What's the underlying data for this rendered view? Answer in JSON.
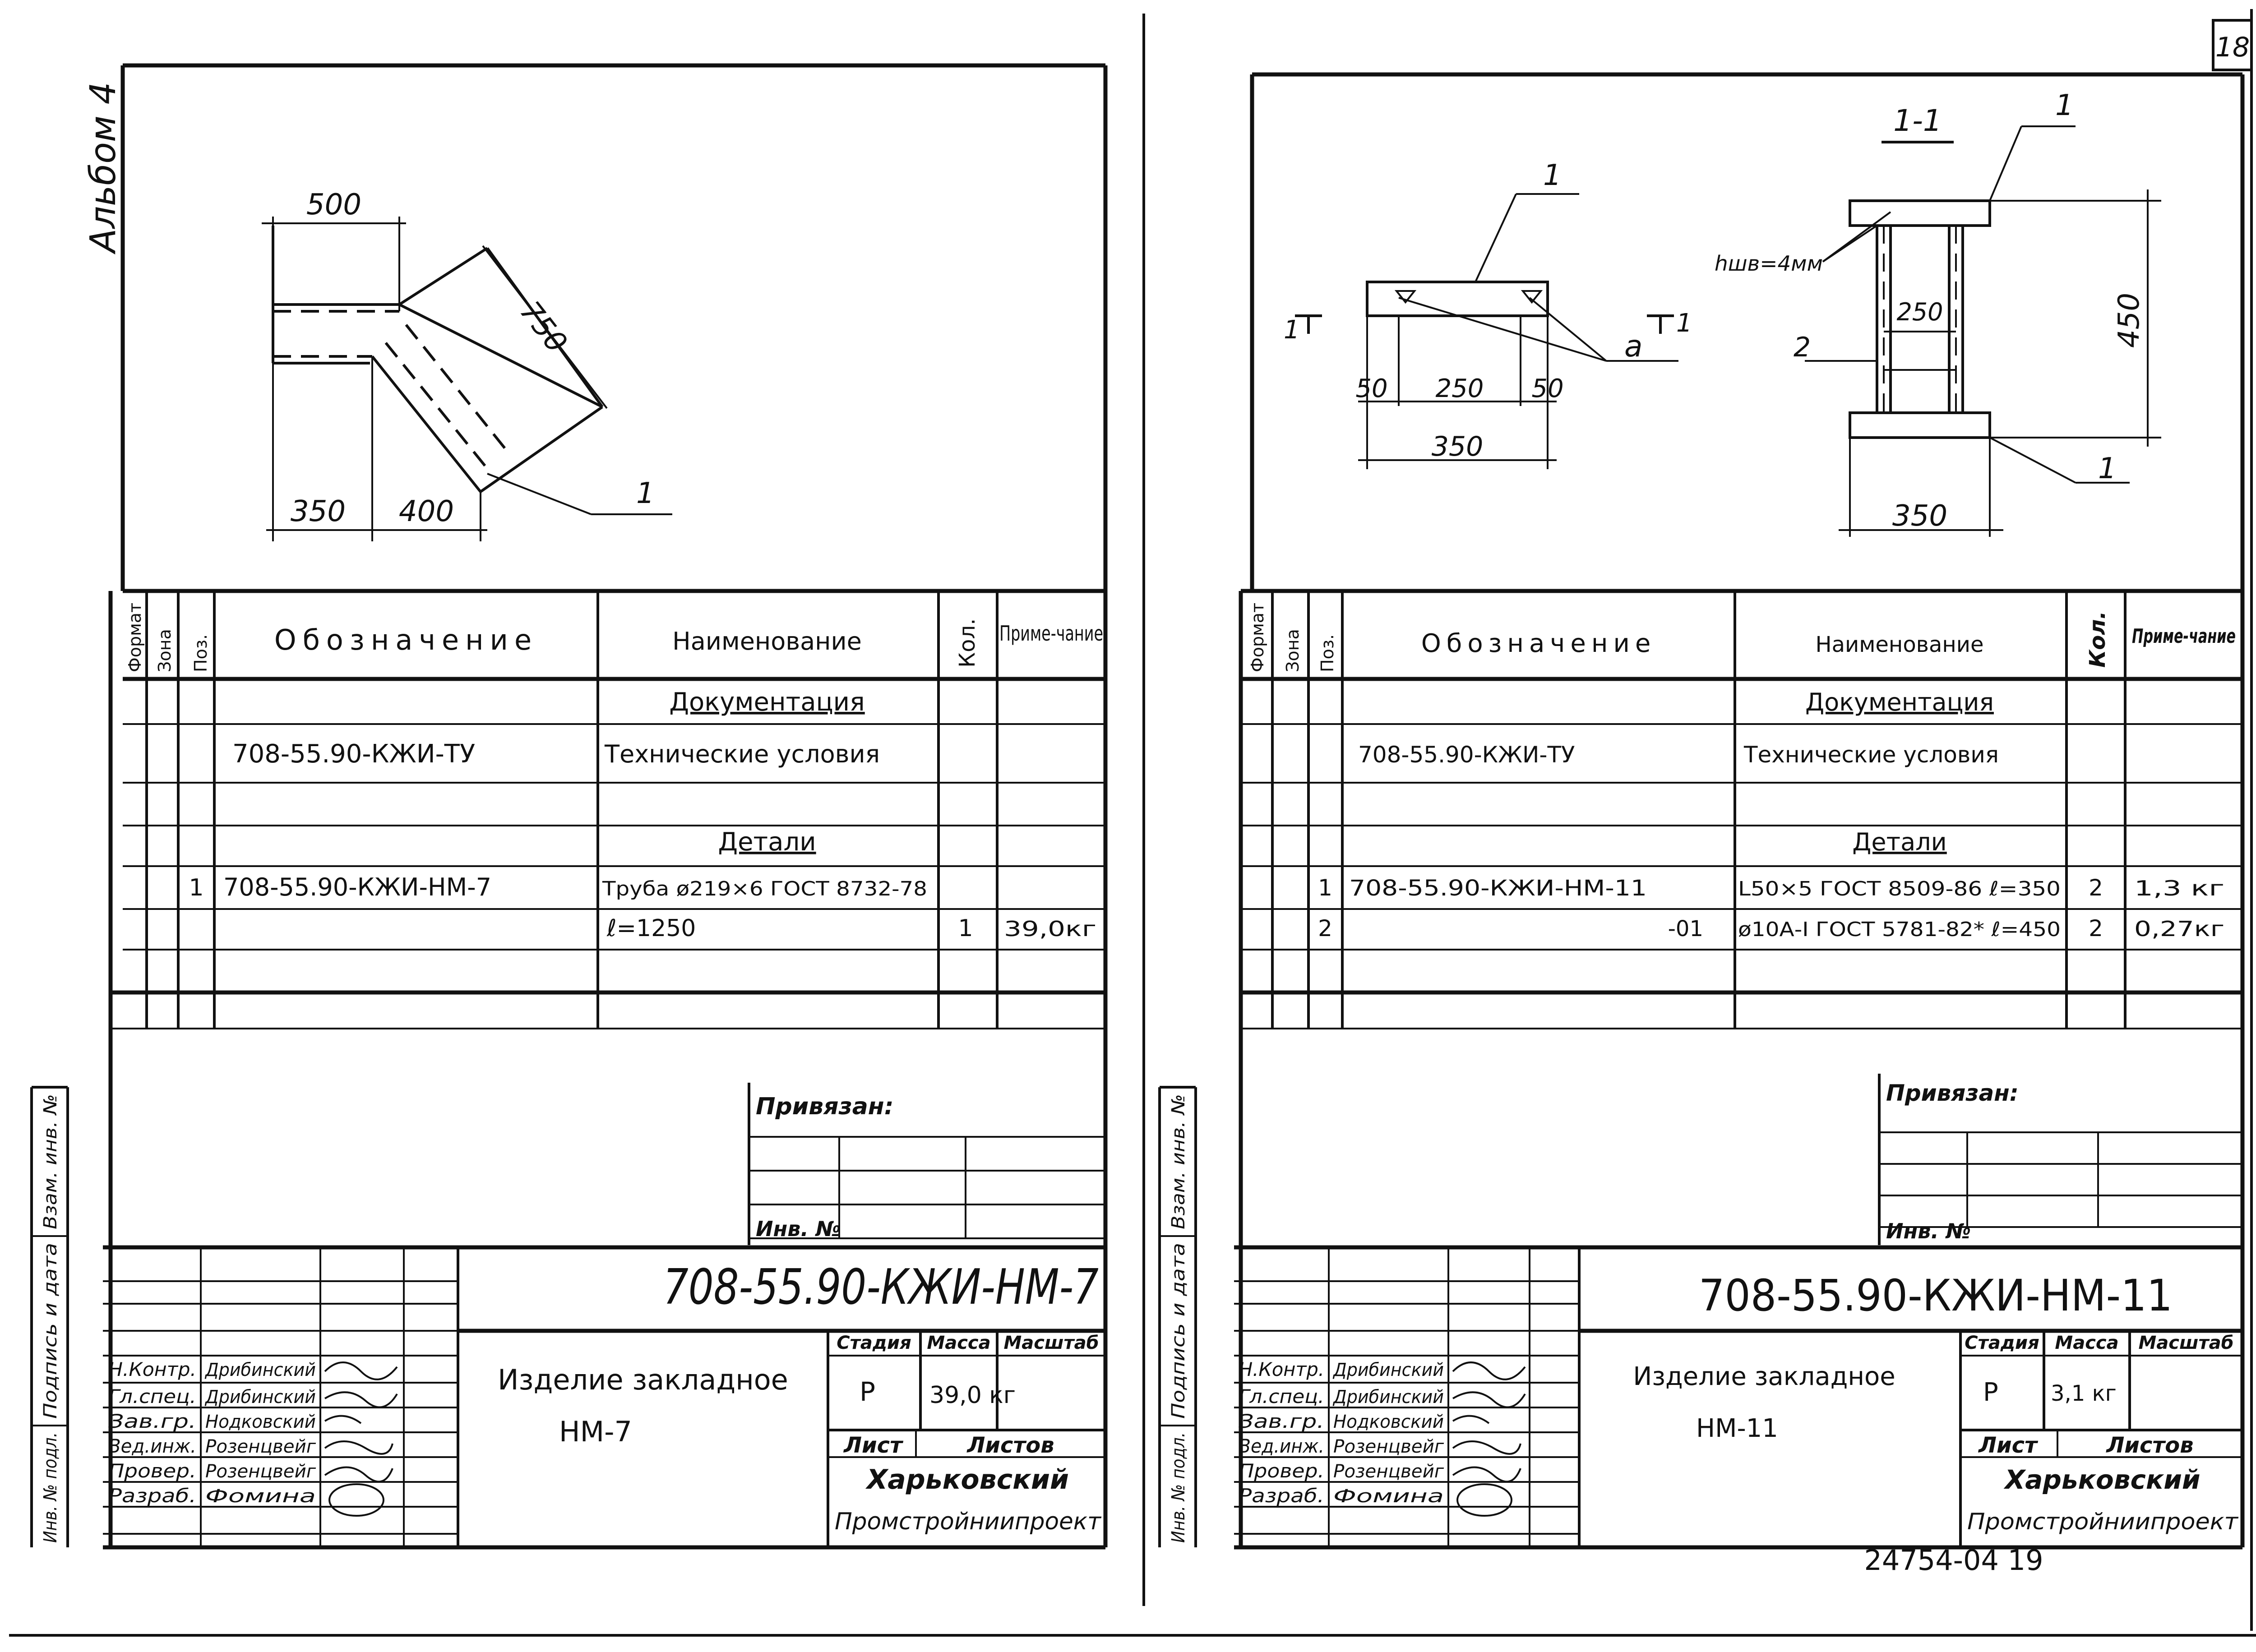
{
  "page_number": "18",
  "album_label": "Альбом 4",
  "bottom_code": "24754-04 19",
  "left_sheet": {
    "dims": {
      "d500": "500",
      "d750": "750",
      "d350": "350",
      "d400": "400"
    },
    "callout": "1",
    "headers": {
      "format": "Формат",
      "zone": "Зона",
      "pos": "Поз.",
      "designation": "Обозначение",
      "name": "Наименование",
      "qty": "Кол.",
      "note": "Приме-чание"
    },
    "section_doc": "Документация",
    "doc_row": {
      "designation": "708-55.90-КЖИ-ТУ",
      "name": "Технические условия"
    },
    "section_parts": "Детали",
    "rows": [
      {
        "pos": "1",
        "designation": "708-55.90-КЖИ-НМ-7",
        "name": "Труба ø219×6 ГОСТ 8732-78",
        "qty": "",
        "note": ""
      },
      {
        "pos": "",
        "designation": "",
        "name": "ℓ=1250",
        "qty": "1",
        "note": "39,0кг"
      }
    ],
    "privyazan": "Привязан:",
    "inv_no": "Инв. №",
    "code": "708-55.90-КЖИ-НМ-7",
    "title_line1": "Изделие закладное",
    "title_line2": "НМ-7",
    "stage_h": "Стадия",
    "mass_h": "Масса",
    "scale_h": "Масштаб",
    "stage": "Р",
    "mass": "39,0 кг",
    "sheet_h": "Лист",
    "sheets_h": "Листов",
    "org1": "Харьковский",
    "org2": "Промстройниипроект",
    "roles": [
      {
        "role": "Н.Контр.",
        "name": "Дрибинский"
      },
      {
        "role": "Гл.спец.",
        "name": "Дрибинский"
      },
      {
        "role": "Зав.гр.",
        "name": "Нодковский"
      },
      {
        "role": "Вед.инж.",
        "name": "Розенцвейг"
      },
      {
        "role": "Провер.",
        "name": "Розенцвейг"
      },
      {
        "role": "Разраб.",
        "name": "Фомина"
      }
    ],
    "margin": {
      "vzam": "Взам. инв. №",
      "podp": "Подпись и дата",
      "inv": "Инв. № подл."
    }
  },
  "right_sheet": {
    "section_title": "1-1",
    "dims": {
      "d50a": "50",
      "d250": "250",
      "d50b": "50",
      "d350": "350",
      "d250b": "250",
      "d450": "450",
      "d350b": "350",
      "hsh": "hшв=4мм"
    },
    "callouts": {
      "c1a": "1",
      "c1b": "1",
      "c1c": "1",
      "c2": "2",
      "ca": "a",
      "cut1": "1",
      "cut2": "1"
    },
    "headers": {
      "format": "Формат",
      "zone": "Зона",
      "pos": "Поз.",
      "designation": "Обозначение",
      "name": "Наименование",
      "qty": "Кол.",
      "note": "Приме-чание"
    },
    "section_doc": "Документация",
    "doc_row": {
      "designation": "708-55.90-КЖИ-ТУ",
      "name": "Технические условия"
    },
    "section_parts": "Детали",
    "rows": [
      {
        "pos": "1",
        "designation": "708-55.90-КЖИ-НМ-11",
        "name": "L50×5 ГОСТ 8509-86 ℓ=350",
        "qty": "2",
        "note": "1,3 кг"
      },
      {
        "pos": "2",
        "designation": "-01",
        "name": "ø10А-I ГОСТ 5781-82* ℓ=450",
        "qty": "2",
        "note": "0,27кг"
      }
    ],
    "privyazan": "Привязан:",
    "inv_no": "Инв. №",
    "code": "708-55.90-КЖИ-НМ-11",
    "title_line1": "Изделие закладное",
    "title_line2": "НМ-11",
    "stage_h": "Стадия",
    "mass_h": "Масса",
    "scale_h": "Масштаб",
    "stage": "Р",
    "mass": "3,1 кг",
    "sheet_h": "Лист",
    "sheets_h": "Листов",
    "org1": "Харьковский",
    "org2": "Промстройниипроект",
    "roles": [
      {
        "role": "Н.Контр.",
        "name": "Дрибинский"
      },
      {
        "role": "Гл.спец.",
        "name": "Дрибинский"
      },
      {
        "role": "Зав.гр.",
        "name": "Нодковский"
      },
      {
        "role": "Вед.инж.",
        "name": "Розенцвейг"
      },
      {
        "role": "Провер.",
        "name": "Розенцвейг"
      },
      {
        "role": "Разраб.",
        "name": "Фомина"
      }
    ],
    "margin": {
      "vzam": "Взам. инв. №",
      "podp": "Подпись и дата",
      "inv": "Инв. № подл."
    }
  }
}
